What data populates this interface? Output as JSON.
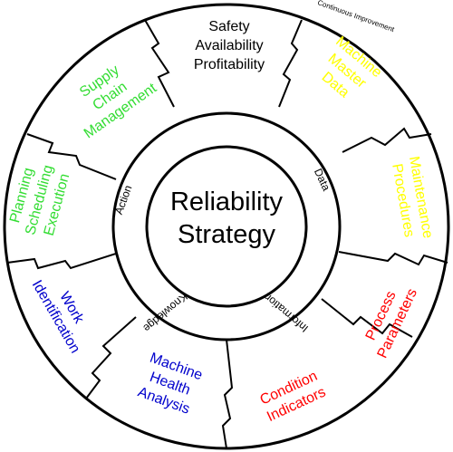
{
  "center": {
    "line1": "Reliability",
    "line2": "Strategy"
  },
  "inner_ring": {
    "action": "Action",
    "data": "Data",
    "information": "Information",
    "knowledge": "Knowledge"
  },
  "small_label": "Continuous Improvement",
  "segments": {
    "top": {
      "lines": [
        "Safety",
        "Availability",
        "Profitability"
      ],
      "color": "#000000"
    },
    "machine_master_data": {
      "lines": [
        "Machine",
        "Master",
        "Data"
      ],
      "color": "#ffff00"
    },
    "maintenance_procedures": {
      "lines": [
        "Maintenance",
        "Procedures"
      ],
      "color": "#ffff00"
    },
    "process_parameters": {
      "lines": [
        "Process",
        "Parameters"
      ],
      "color": "#ff0000"
    },
    "condition_indicators": {
      "lines": [
        "Condition",
        "Indicators"
      ],
      "color": "#ff0000"
    },
    "machine_health_analysis": {
      "lines": [
        "Machine",
        "Health",
        "Analysis"
      ],
      "color": "#0000cc"
    },
    "work_identification": {
      "lines": [
        "Work",
        "Identification"
      ],
      "color": "#0000cc"
    },
    "planning_scheduling_execution": {
      "lines": [
        "Planning",
        "Scheduling",
        "Execution"
      ],
      "color": "#33dd33"
    },
    "supply_chain_management": {
      "lines": [
        "Supply",
        "Chain",
        "Management"
      ],
      "color": "#33dd33"
    }
  }
}
